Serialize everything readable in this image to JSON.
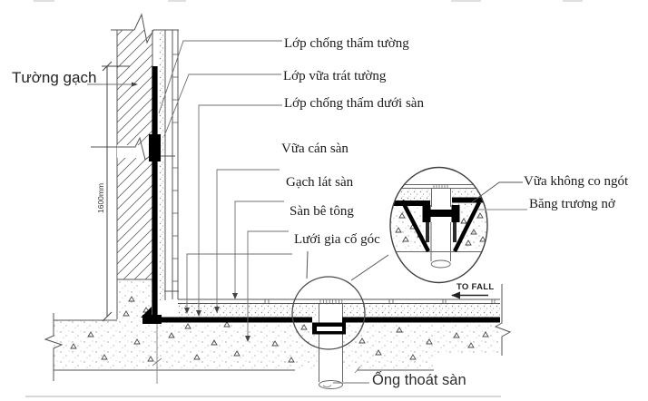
{
  "colors": {
    "line": "#555555",
    "membrane": "#000000",
    "leader": "#707070",
    "text": "#1a1a1a"
  },
  "wall_label": "Tường gạch",
  "dimension": "1600mm",
  "layer_callouts": [
    "Lớp chống thấm tường",
    "Lớp vữa trát tường",
    "Lớp chống thấm dưới sàn",
    "Vữa cán sàn",
    "Gạch lát sàn",
    "Sàn bê tông",
    "Lưới gia cố góc"
  ],
  "detail_callouts": [
    "Vữa không co ngót",
    "Băng trương nở"
  ],
  "flow_note": "TO FALL",
  "drain_label": "Ống thoát sàn"
}
